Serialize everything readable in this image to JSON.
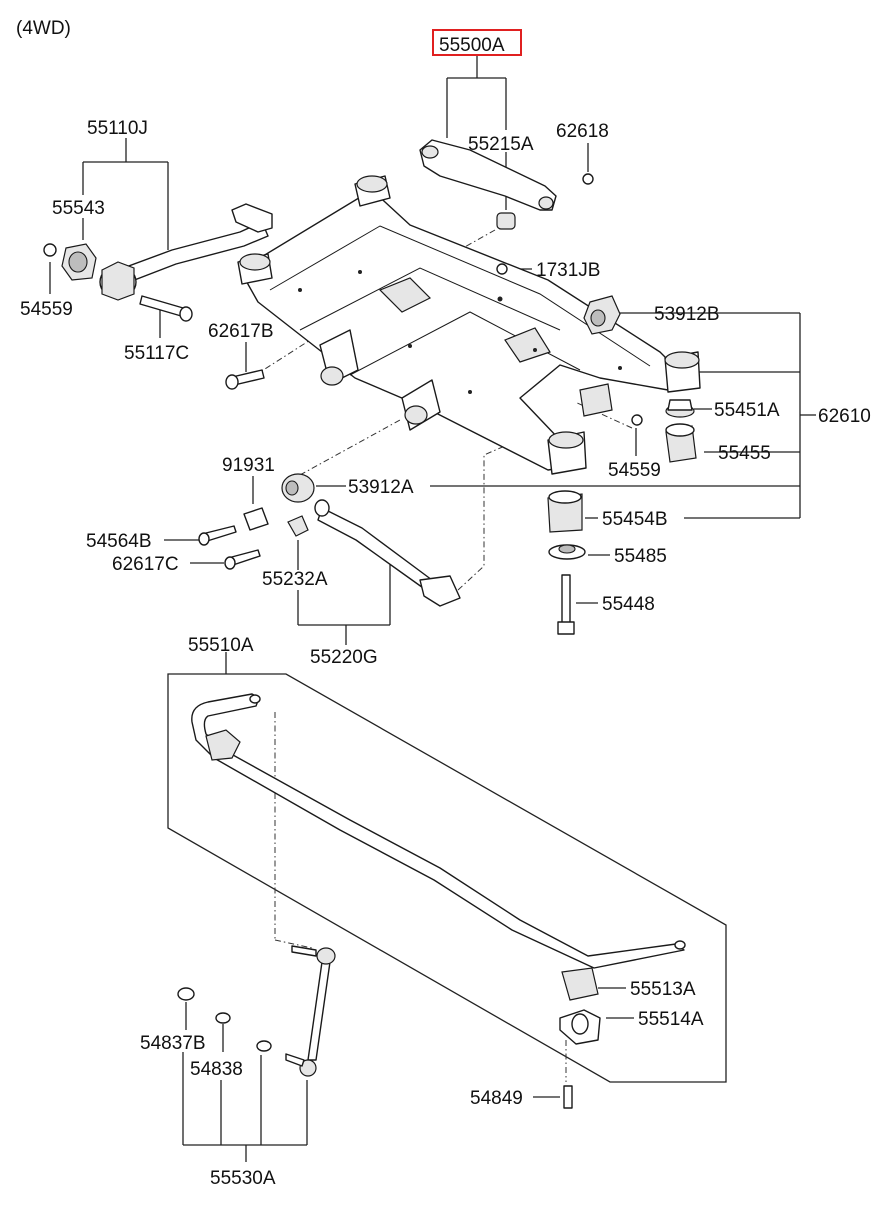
{
  "variant": "(4WD)",
  "highlight_color": "#e02020",
  "callouts": {
    "c55500A": "55500A",
    "c55110J": "55110J",
    "c55215A": "55215A",
    "c62618": "62618",
    "c55543": "55543",
    "c1731JB": "1731JB",
    "c54559a": "54559",
    "c55117C": "55117C",
    "c53912B": "53912B",
    "c62617B": "62617B",
    "c55451A": "55451A",
    "c62610": "62610",
    "c54559b": "54559",
    "c55455": "55455",
    "c91931": "91931",
    "c53912A": "53912A",
    "c55454B": "55454B",
    "c54564B": "54564B",
    "c55485": "55485",
    "c62617C": "62617C",
    "c55232A": "55232A",
    "c55448": "55448",
    "c55220G": "55220G",
    "c55510A": "55510A",
    "c55513A": "55513A",
    "c55514A": "55514A",
    "c54837B": "54837B",
    "c54838": "54838",
    "c54849": "54849",
    "c55530A": "55530A"
  }
}
